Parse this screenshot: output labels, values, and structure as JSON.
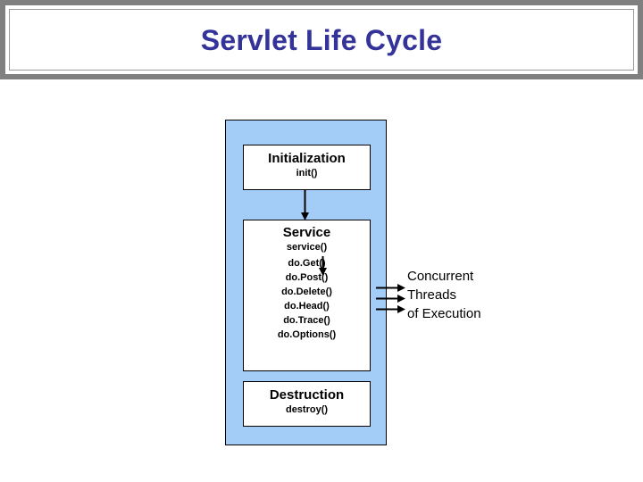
{
  "title": {
    "text": "Servlet Life Cycle",
    "color": "#333399"
  },
  "frame": {
    "border_color": "#808080",
    "inner_border_color": "#9a9a9a",
    "background": "#ffffff"
  },
  "diagram": {
    "container": {
      "name": "servlet-lifecycle-container",
      "fill": "#a3cdf7",
      "border_color": "#000000"
    },
    "stages": [
      {
        "id": "initialization",
        "title": "Initialization",
        "method": "init()"
      },
      {
        "id": "service",
        "title": "Service",
        "method": "service()",
        "methods": [
          "do.Get()",
          "do.Post()",
          "do.Delete()",
          "do.Head()",
          "do.Trace()",
          "do.Options()"
        ]
      },
      {
        "id": "destruction",
        "title": "Destruction",
        "method": "destroy()"
      }
    ],
    "annotation": {
      "line1": "Concurrent",
      "line2": "Threads",
      "line3": "of Execution"
    },
    "arrows": {
      "init_to_service": "arrow-down",
      "service_to_methods": "arrow-down",
      "threads": [
        "arrow-right",
        "arrow-right",
        "arrow-right"
      ]
    }
  }
}
